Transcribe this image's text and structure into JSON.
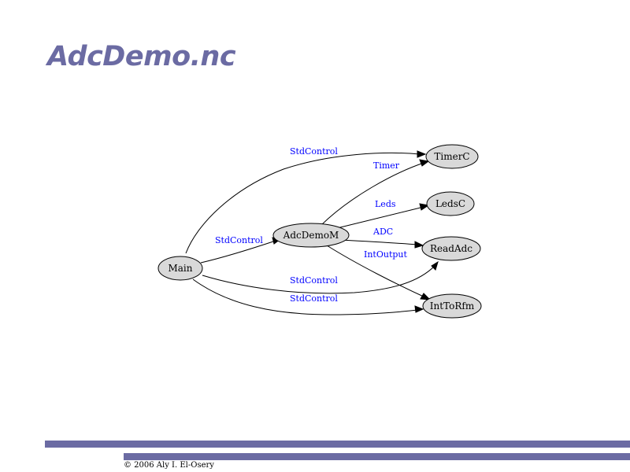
{
  "slide": {
    "title": "AdcDemo.nc",
    "copyright": "© 2006 Aly I. El-Osery",
    "accent_color": "#6b6ba3"
  },
  "graph": {
    "nodes": {
      "main": "Main",
      "adcdemom": "AdcDemoM",
      "timerc": "TimerC",
      "ledsc": "LedsC",
      "readadc": "ReadAdc",
      "inttorfm": "IntToRfm"
    },
    "edges": {
      "main_timerc": "StdControl",
      "main_adcdemom": "StdControl",
      "main_readadc": "StdControl",
      "main_inttorfm": "StdControl",
      "adcdemom_timerc": "Timer",
      "adcdemom_ledsc": "Leds",
      "adcdemom_readadc": "ADC",
      "adcdemom_inttorfm": "IntOutput"
    },
    "node_fill": "#d9d9d9",
    "edge_label_color": "#0000ff"
  }
}
